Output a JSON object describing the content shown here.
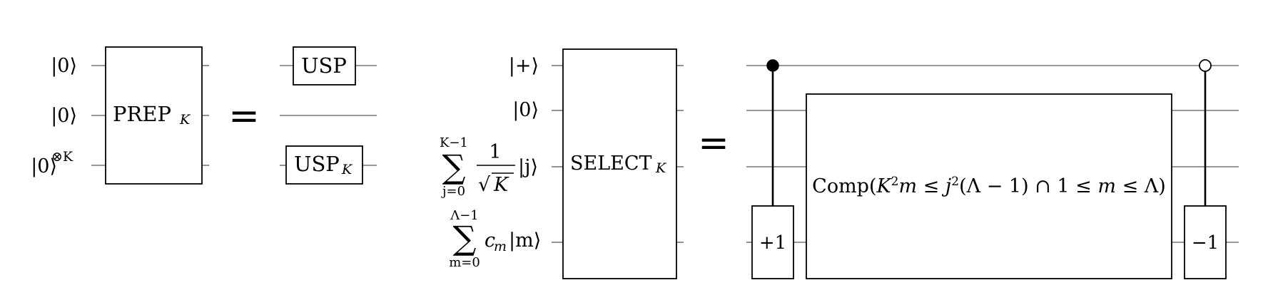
{
  "left_circuit": {
    "inputs": [
      {
        "ket": "|0⟩"
      },
      {
        "ket": "|0⟩"
      },
      {
        "ket": "|0⟩",
        "power": "⊗K"
      }
    ],
    "gate": {
      "name": "PREP",
      "subscript": "K"
    },
    "equals": "=",
    "right_gates": [
      {
        "name": "USP"
      },
      {
        "name": "USP",
        "subscript": "K"
      }
    ]
  },
  "right_circuit": {
    "inputs": {
      "plus": "|+⟩",
      "zero": "|0⟩",
      "sum_j": {
        "symbol": "∑",
        "upper": "K−1",
        "lower": "j=0",
        "numerator": "1",
        "sqrt": "√",
        "radicand": "K",
        "ket": "|j⟩"
      },
      "sum_m": {
        "symbol": "∑",
        "upper": "Λ−1",
        "lower": "m=0",
        "coef": "c",
        "coef_sub": "m",
        "ket": "|m⟩"
      }
    },
    "gate": {
      "name": "SELECT",
      "subscript": "K"
    },
    "equals": "=",
    "comparator": {
      "prefix": "Comp(",
      "K": "K",
      "K_exp": "2",
      "mid1": "m ≤ ",
      "j": "j",
      "j_exp": "2",
      "mid2": "(Λ − 1) ∩ 1 ≤ ",
      "m": "m",
      "tail": " ≤ Λ)"
    },
    "add_gate": "+1",
    "sub_gate": "−1",
    "controls": [
      "filled",
      "open"
    ]
  }
}
